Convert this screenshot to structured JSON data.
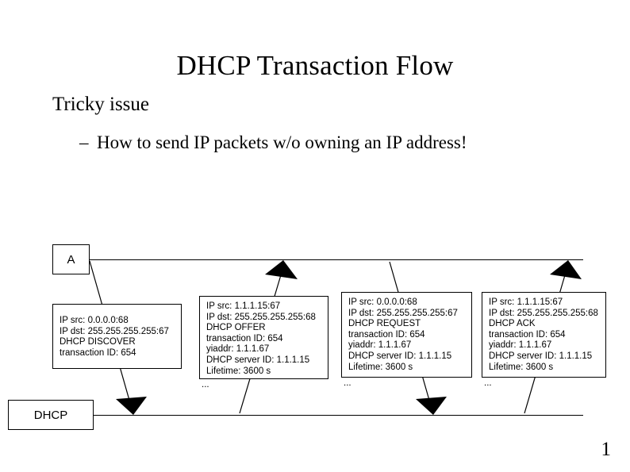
{
  "slide": {
    "title": "DHCP Transaction Flow",
    "page_number": "1",
    "background_color": "#ffffff",
    "foreground_color": "#000000"
  },
  "bullets": {
    "level1": "Tricky issue",
    "dash": "–",
    "level2": "How to send IP packets w/o owning an IP address!"
  },
  "diagram": {
    "nodes": [
      {
        "id": "client",
        "label": "A"
      },
      {
        "id": "server",
        "label": "DHCP"
      }
    ],
    "ellipsis": "...",
    "packets": [
      {
        "id": "discover",
        "name": "DHCP DISCOVER",
        "direction": "client-to-server",
        "lines": [
          "IP src: 0.0.0.0:68",
          " IP dst: 255.255.255.255:67",
          "DHCP DISCOVER",
          "transaction ID: 654"
        ],
        "has_ellipsis": false
      },
      {
        "id": "offer",
        "name": "DHCP OFFER",
        "direction": "server-to-client",
        "lines": [
          "IP src: 1.1.1.15:67",
          " IP dst: 255.255.255.255:68",
          "DHCP OFFER",
          "transaction ID: 654",
          "yiaddr: 1.1.1.67",
          " DHCP server ID: 1.1.1.15",
          "Lifetime: 3600 s"
        ],
        "has_ellipsis": true
      },
      {
        "id": "request",
        "name": "DHCP REQUEST",
        "direction": "client-to-server",
        "lines": [
          "IP src: 0.0.0.0:68",
          "IP dst: 255.255.255.255:67",
          "DHCP REQUEST",
          "transaction ID: 654",
          "yiaddr: 1.1.1.67",
          " DHCP server ID: 1.1.1.15",
          "Lifetime: 3600 s"
        ],
        "has_ellipsis": true
      },
      {
        "id": "ack",
        "name": "DHCP ACK",
        "direction": "server-to-client",
        "lines": [
          "IP src: 1.1.1.15:67",
          " IP dst: 255.255.255.255:68",
          "DHCP ACK",
          "transaction ID: 654",
          "yiaddr: 1.1.1.67",
          " DHCP server ID: 1.1.1.15",
          "Lifetime: 3600 s"
        ],
        "has_ellipsis": true
      }
    ]
  }
}
